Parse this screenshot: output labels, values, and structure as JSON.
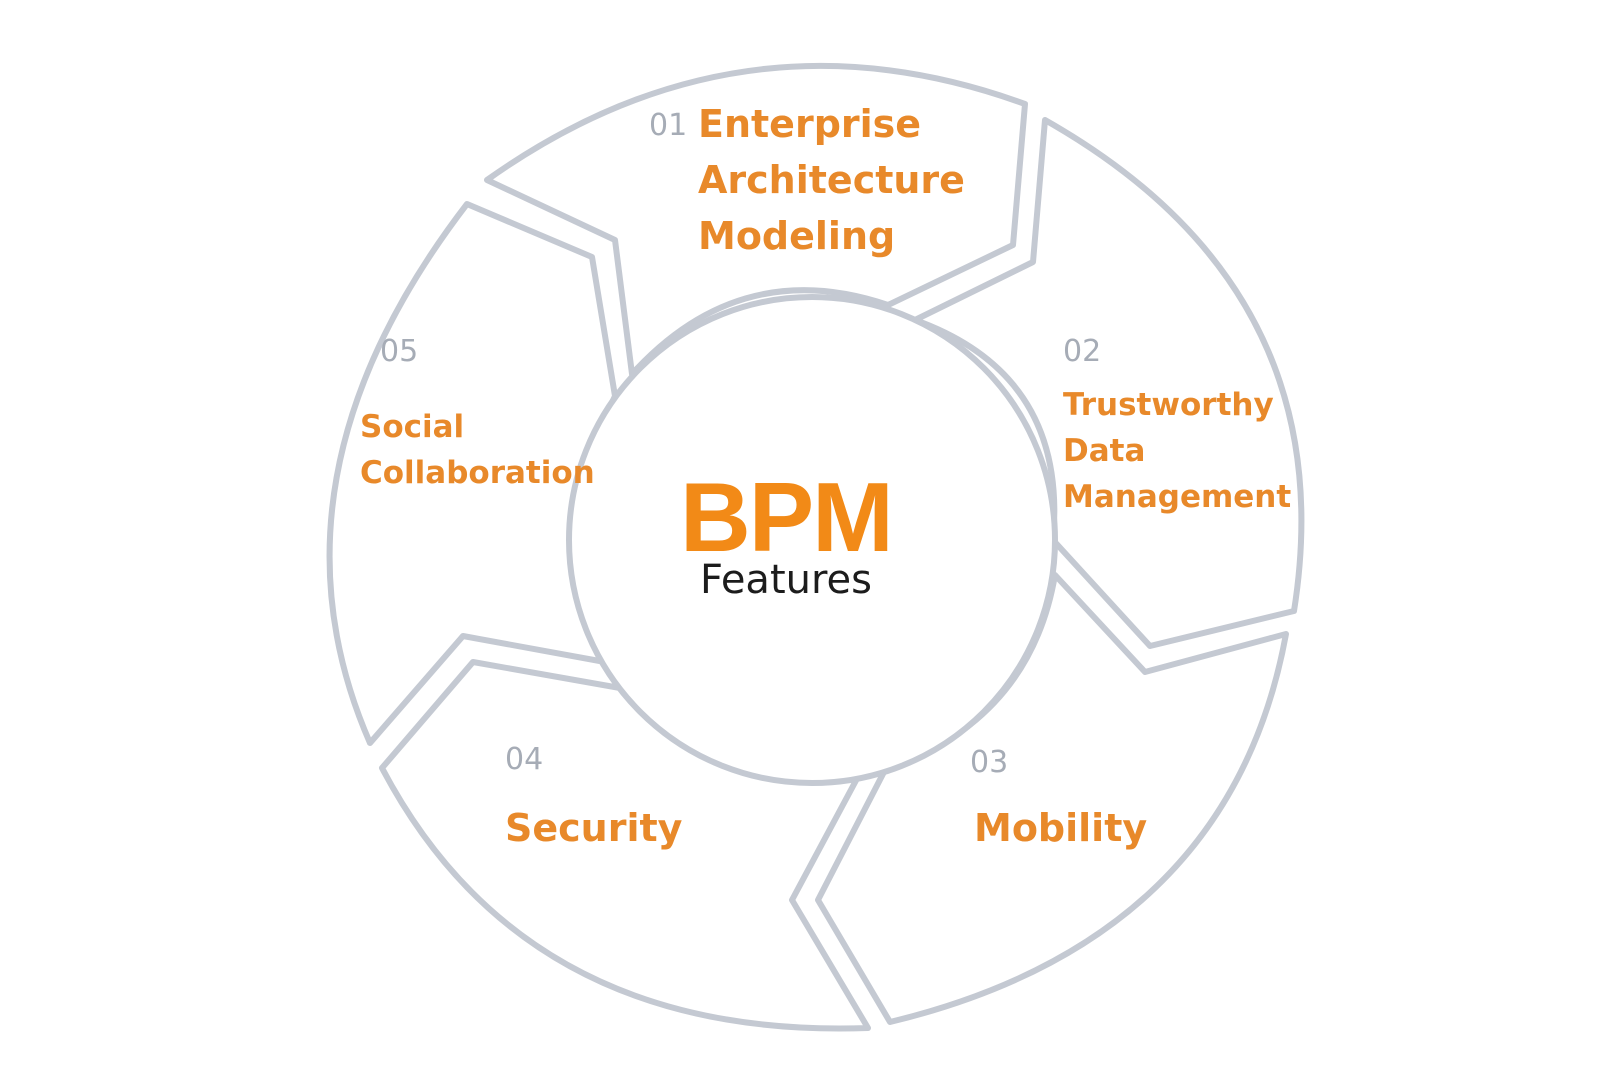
{
  "center": {
    "title": "BPM",
    "subtitle": "Features"
  },
  "segments": [
    {
      "number": "01",
      "lines": [
        "Enterprise",
        "Architecture",
        "Modeling"
      ]
    },
    {
      "number": "02",
      "lines": [
        "Trustworthy",
        "Data",
        "Management"
      ]
    },
    {
      "number": "03",
      "lines": [
        "Mobility"
      ]
    },
    {
      "number": "04",
      "lines": [
        "Security"
      ]
    },
    {
      "number": "05",
      "lines": [
        "Social",
        "Collaboration"
      ]
    }
  ],
  "colors": {
    "accent": "#e8892a",
    "title": "#f28a17",
    "outline": "#c4c9d2",
    "number": "#a6acb6"
  }
}
